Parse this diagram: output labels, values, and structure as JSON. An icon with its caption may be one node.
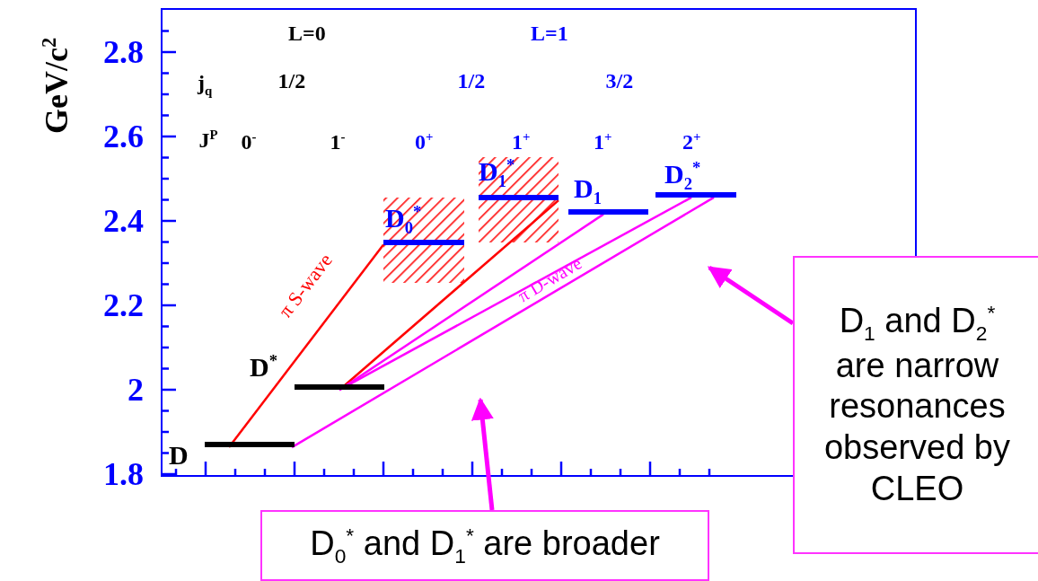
{
  "diagram": {
    "nodes": [
      {
        "text": [
          "D"
        ]
      },
      {
        "text": [
          "D$^{*}$"
        ]
      },
      {
        "text": [
          "D$_{0}$$^{*}$"
        ]
      },
      {
        "text": [
          "D$_{1}$$^{*}$"
        ]
      },
      {
        "text": [
          "D$_{1}$"
        ]
      },
      {
        "text": [
          "D$_{2}$$^{*}$"
        ]
      },
      {
        "text": [
          "D$_{1}$ and D$_{2}$$^{*}$ are narrow resonances observed by CLEO"
        ]
      },
      {
        "text": [
          "D$_{0}$$^{*}$ and D$_{1}$$^{*}$ are broader"
        ]
      }
    ],
    "edges": [
      {
        "from": 0,
        "to": 2,
        "arrow": "none",
        "label": "π S-wave",
        "color": "#ff0000"
      },
      {
        "from": 1,
        "to": 3,
        "arrow": "none",
        "color": "#ff0000"
      },
      {
        "from": 1,
        "to": 4,
        "arrow": "none"
      },
      {
        "from": 1,
        "to": 5,
        "arrow": "none"
      },
      {
        "from": 0,
        "to": 5,
        "arrow": "none",
        "label": "π D-wave"
      },
      {
        "from": 6,
        "to": null,
        "arrow": "to",
        "style": "thick"
      },
      {
        "from": 7,
        "to": null,
        "arrow": "to",
        "style": "thick"
      }
    ],
    "labels": [
      "GeV/c$^{2}$",
      "L=0",
      "L=1",
      "2.8",
      "j$_{q}$",
      "1/2",
      "1/2",
      "3/2",
      "2.6",
      "J$^{P}$",
      "0$^{-}$",
      "1$^{-}$",
      "0$^{+}$",
      "1$^{+}$",
      "1$^{+}$",
      "2$^{+}$",
      "2.4",
      "2.2",
      "2",
      "1.8"
    ]
  }
}
